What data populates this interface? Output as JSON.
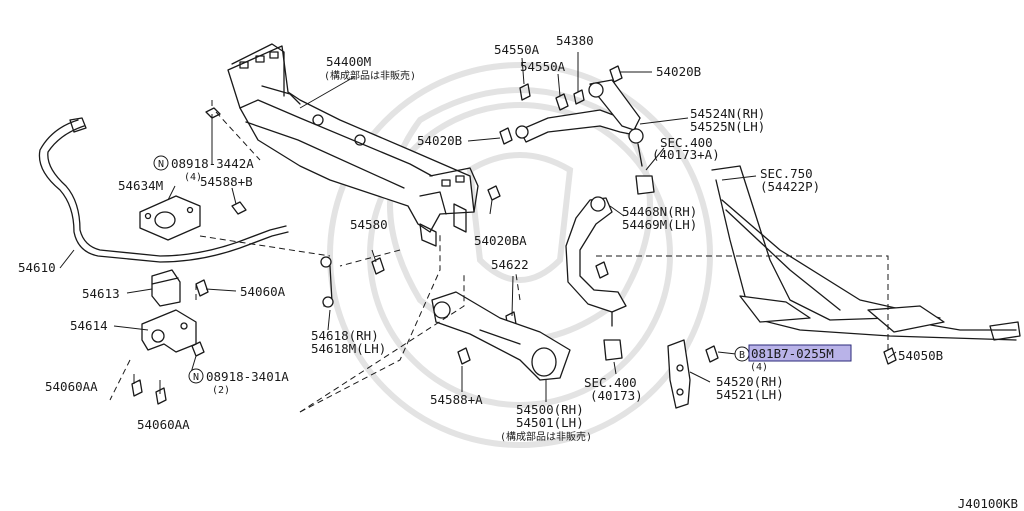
{
  "diagram": {
    "labels": {
      "p54400m": "54400M",
      "p54400m_note": "(構成部品は非販売)",
      "p08918_3442a": "08918-3442A",
      "p08918_3442a_qty": "(4)",
      "p54634m": "54634M",
      "p54588b": "54588+B",
      "p54610": "54610",
      "p54613": "54613",
      "p54060a": "54060A",
      "p54614": "54614",
      "p54060aa_1": "54060AA",
      "p54060aa_2": "54060AA",
      "p08918_3401a": "08918-3401A",
      "p08918_3401a_qty": "(2)",
      "p54618rh": "54618(RH)",
      "p54618mlh": "54618M(LH)",
      "p54580": "54580",
      "p54020b_left": "54020B",
      "p54020ba": "54020BA",
      "p54550a_1": "54550A",
      "p54550a_2": "54550A",
      "p54380": "54380",
      "p54020b_top": "54020B",
      "p54524n": "54524N(RH)",
      "p54525n": "54525N(LH)",
      "sec400a": "SEC.400",
      "sec400a_ref": "(40173+A)",
      "sec750": "SEC.750",
      "sec750_ref": "(54422P)",
      "p54468n": "54468N(RH)",
      "p54469m": "54469M(LH)",
      "p54622": "54622",
      "p54588a": "54588+A",
      "p54500": "54500(RH)",
      "p54501": "54501(LH)",
      "p54501_note": "(構成部品は非販売)",
      "sec400b": "SEC.400",
      "sec400b_ref": "(40173)",
      "p081b7": "081B7-0255M",
      "p081b7_qty": "(4)",
      "p54520": "54520(RH)",
      "p54521": "54521(LH)",
      "p54050b": "54050B",
      "diagram_code": "J40100KB"
    },
    "markers": {
      "n": "N",
      "b": "B"
    },
    "highlight_color": "#b9b3e8"
  }
}
